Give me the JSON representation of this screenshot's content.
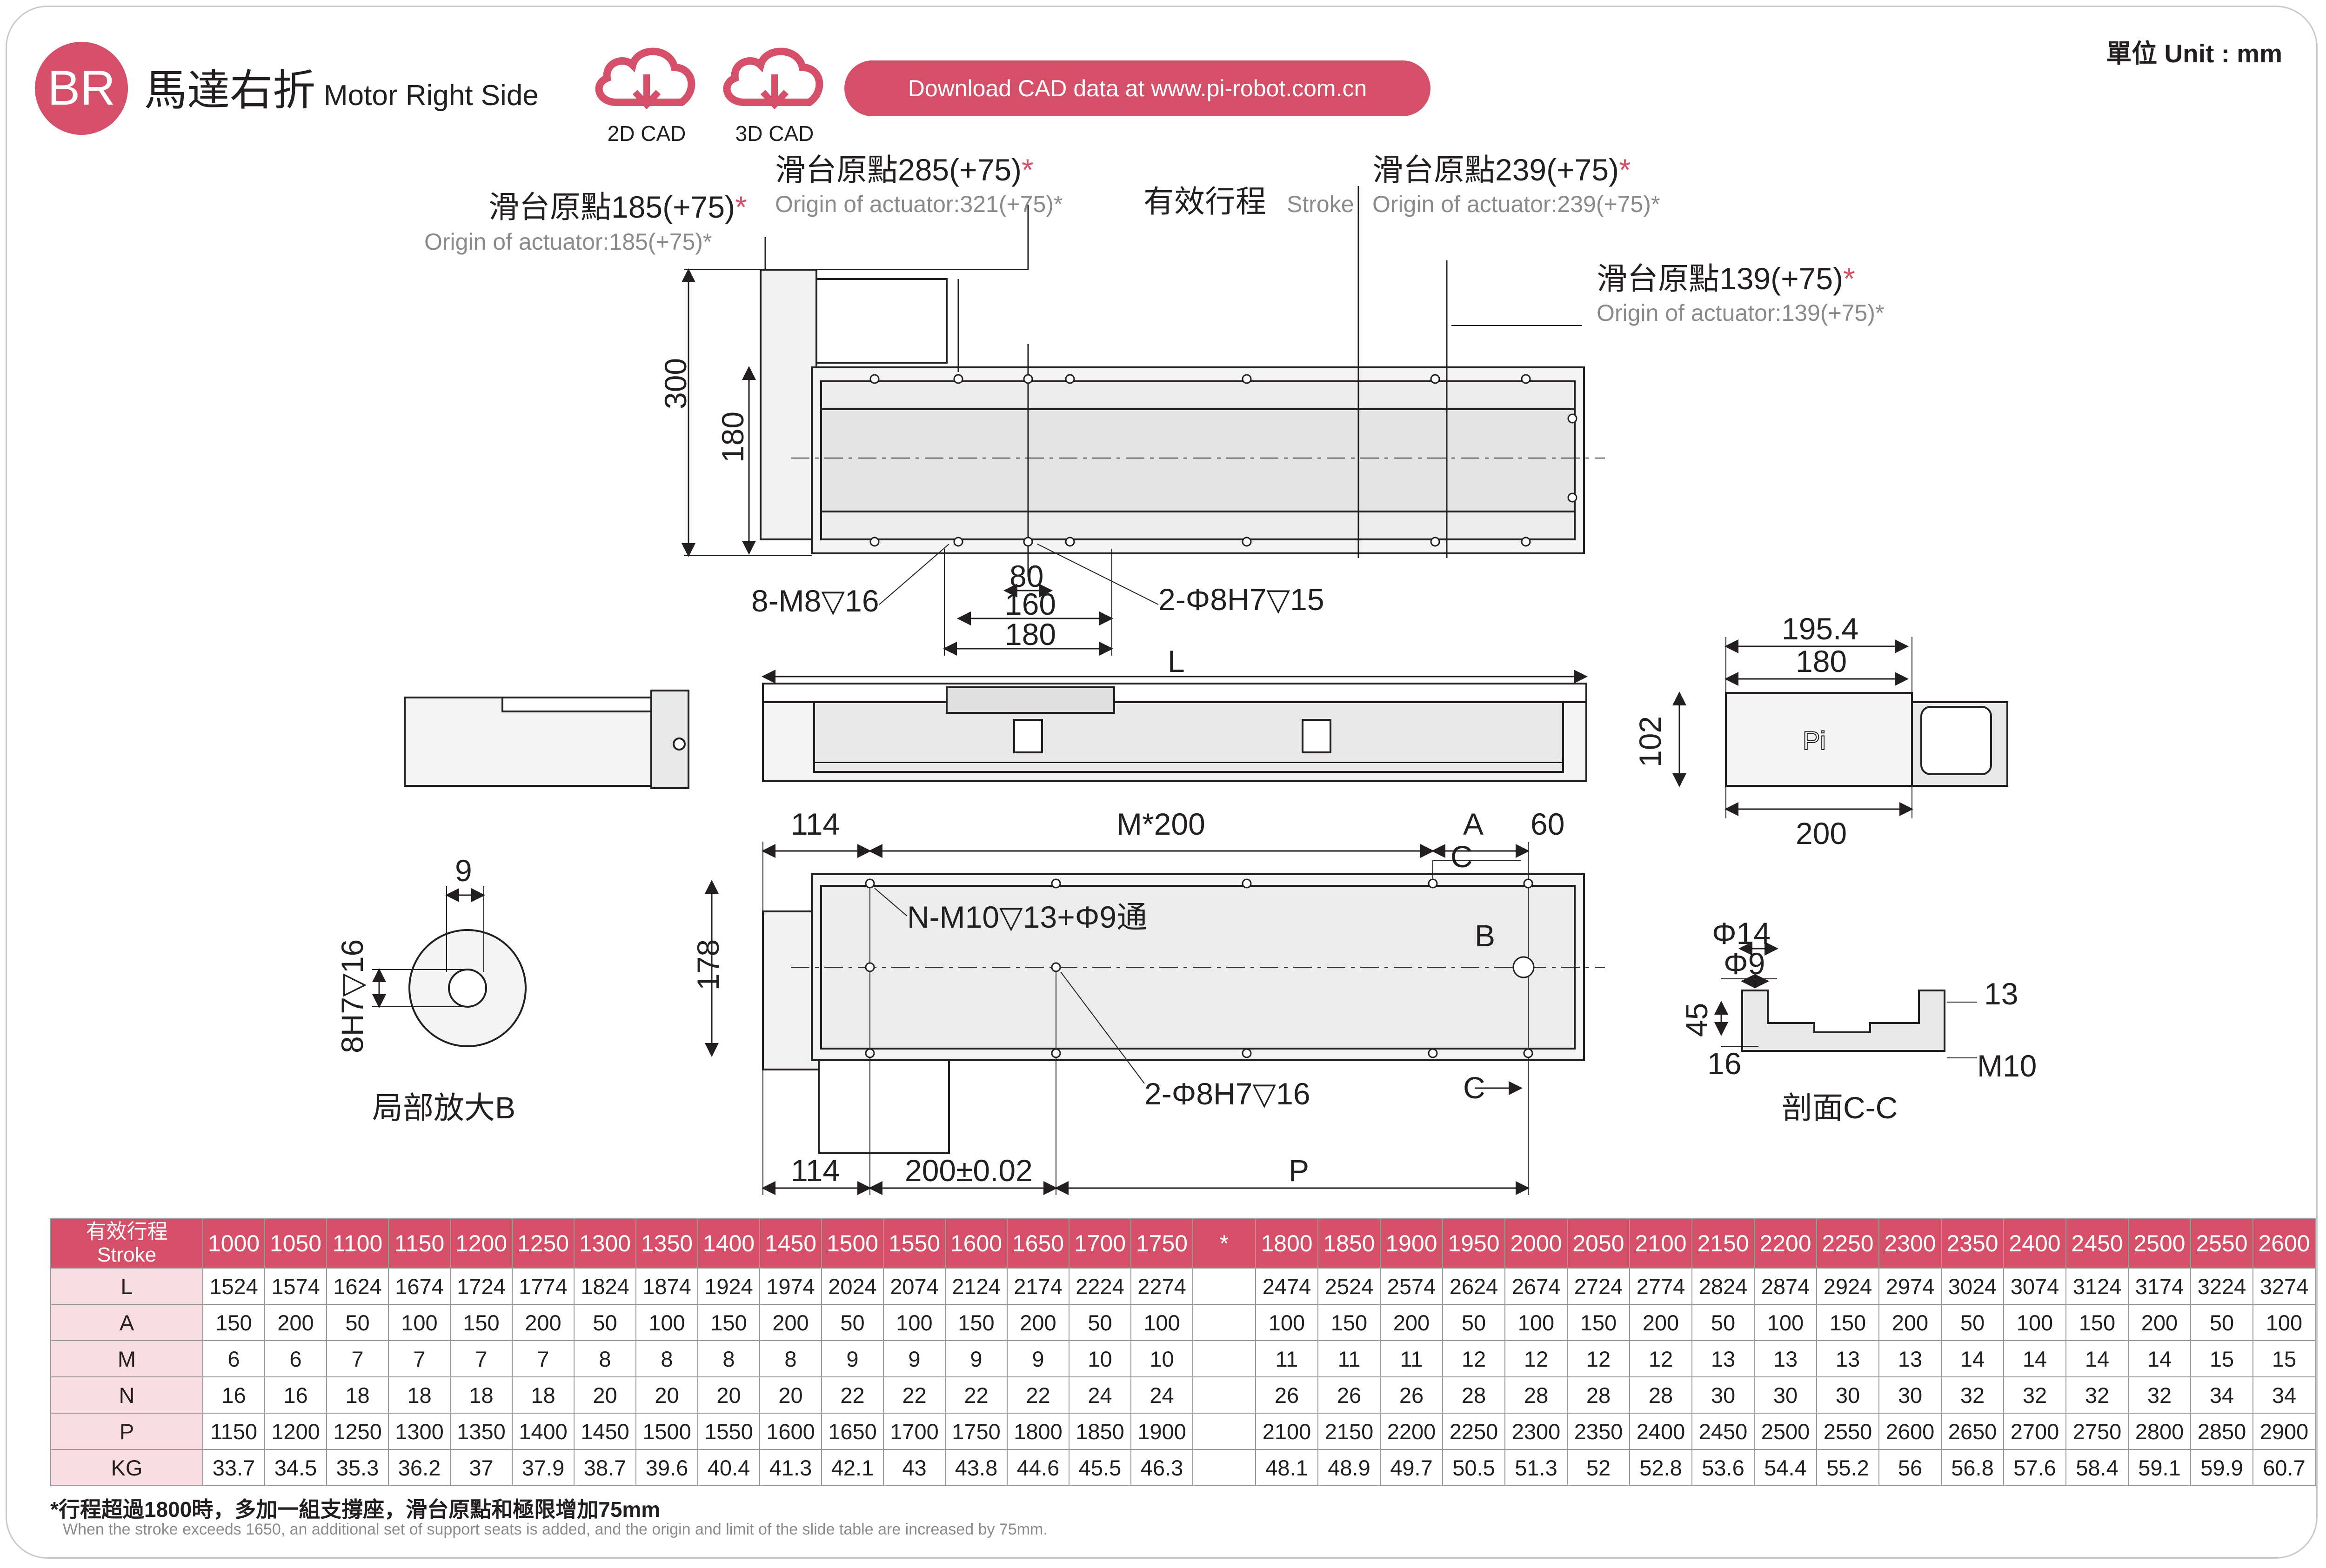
{
  "header": {
    "badge": "BR",
    "title_zh": "馬達右折",
    "title_en": "Motor Right Side",
    "cad_2d": "2D CAD",
    "cad_3d": "3D CAD",
    "download": "Download CAD data at www.pi-robot.com.cn",
    "unit": "單位 Unit : mm"
  },
  "colors": {
    "accent": "#d64f68",
    "header_row_bg": "#f9dde3",
    "line": "#231f20",
    "muted": "#8a8a8a"
  },
  "icons": [
    "cloud-download-icon"
  ],
  "annotations": {
    "origin_185_zh": "滑台原點185(+75)",
    "origin_185_en": "Origin of actuator:185(+75)*",
    "origin_285_zh": "滑台原點285(+75)",
    "origin_321_en": "Origin of actuator:321(+75)*",
    "stroke_zh": "有效行程",
    "stroke_en": "Stroke",
    "origin_239_zh": "滑台原點239(+75)",
    "origin_239_en": "Origin of actuator:239(+75)*",
    "origin_139_zh": "滑台原點139(+75)",
    "origin_139_en": "Origin of actuator:139(+75)*",
    "star": "*"
  },
  "dimensions": {
    "d300": "300",
    "d180": "180",
    "d80": "80",
    "d160": "160",
    "d180b": "180",
    "m8": "8-M8▽16",
    "phi8_15": "2-Φ8H7▽15",
    "L": "L",
    "d195": "195.4",
    "d180c": "180",
    "d102": "102",
    "d200": "200",
    "d114a": "114",
    "m200": "M*200",
    "A": "A",
    "d60": "60",
    "C1": "C",
    "C2": "C",
    "n_m10": "N-M10▽13+Φ9通",
    "B": "B",
    "d178": "178",
    "phi8_16": "2-Φ8H7▽16",
    "d114b": "114",
    "d200tol": "200±0.02",
    "P": "P",
    "d9": "9",
    "h7_16": "8H7▽16",
    "detail_b": "局部放大B",
    "phi14": "Φ14",
    "phi9": "Φ9",
    "d13": "13",
    "d45": "45",
    "d16": "16",
    "m10": "M10",
    "section_cc": "剖面C-C",
    "logo_pi": "Pi"
  },
  "table": {
    "head_zh": "有效行程",
    "head_en": "Stroke",
    "strokes_a": [
      "1000",
      "1050",
      "1100",
      "1150",
      "1200",
      "1250",
      "1300",
      "1350",
      "1400",
      "1450",
      "1500",
      "1550",
      "1600",
      "1650",
      "1700",
      "1750"
    ],
    "separator": "*",
    "strokes_b": [
      "1800",
      "1850",
      "1900",
      "1950",
      "2000",
      "2050",
      "2100",
      "2150",
      "2200",
      "2250",
      "2300",
      "2350",
      "2400",
      "2450",
      "2500",
      "2550",
      "2600"
    ],
    "rows": [
      {
        "label": "L",
        "a": [
          "1524",
          "1574",
          "1624",
          "1674",
          "1724",
          "1774",
          "1824",
          "1874",
          "1924",
          "1974",
          "2024",
          "2074",
          "2124",
          "2174",
          "2224",
          "2274"
        ],
        "b": [
          "2474",
          "2524",
          "2574",
          "2624",
          "2674",
          "2724",
          "2774",
          "2824",
          "2874",
          "2924",
          "2974",
          "3024",
          "3074",
          "3124",
          "3174",
          "3224",
          "3274"
        ]
      },
      {
        "label": "A",
        "a": [
          "150",
          "200",
          "50",
          "100",
          "150",
          "200",
          "50",
          "100",
          "150",
          "200",
          "50",
          "100",
          "150",
          "200",
          "50",
          "100"
        ],
        "b": [
          "100",
          "150",
          "200",
          "50",
          "100",
          "150",
          "200",
          "50",
          "100",
          "150",
          "200",
          "50",
          "100",
          "150",
          "200",
          "50",
          "100"
        ]
      },
      {
        "label": "M",
        "a": [
          "6",
          "6",
          "7",
          "7",
          "7",
          "7",
          "8",
          "8",
          "8",
          "8",
          "9",
          "9",
          "9",
          "9",
          "10",
          "10"
        ],
        "b": [
          "11",
          "11",
          "11",
          "12",
          "12",
          "12",
          "12",
          "13",
          "13",
          "13",
          "13",
          "14",
          "14",
          "14",
          "14",
          "15",
          "15"
        ]
      },
      {
        "label": "N",
        "a": [
          "16",
          "16",
          "18",
          "18",
          "18",
          "18",
          "20",
          "20",
          "20",
          "20",
          "22",
          "22",
          "22",
          "22",
          "24",
          "24"
        ],
        "b": [
          "26",
          "26",
          "26",
          "28",
          "28",
          "28",
          "28",
          "30",
          "30",
          "30",
          "30",
          "32",
          "32",
          "32",
          "32",
          "34",
          "34"
        ]
      },
      {
        "label": "P",
        "a": [
          "1150",
          "1200",
          "1250",
          "1300",
          "1350",
          "1400",
          "1450",
          "1500",
          "1550",
          "1600",
          "1650",
          "1700",
          "1750",
          "1800",
          "1850",
          "1900"
        ],
        "b": [
          "2100",
          "2150",
          "2200",
          "2250",
          "2300",
          "2350",
          "2400",
          "2450",
          "2500",
          "2550",
          "2600",
          "2650",
          "2700",
          "2750",
          "2800",
          "2850",
          "2900"
        ]
      },
      {
        "label": "KG",
        "a": [
          "33.7",
          "34.5",
          "35.3",
          "36.2",
          "37",
          "37.9",
          "38.7",
          "39.6",
          "40.4",
          "41.3",
          "42.1",
          "43",
          "43.8",
          "44.6",
          "45.5",
          "46.3"
        ],
        "b": [
          "48.1",
          "48.9",
          "49.7",
          "50.5",
          "51.3",
          "52",
          "52.8",
          "53.6",
          "54.4",
          "55.2",
          "56",
          "56.8",
          "57.6",
          "58.4",
          "59.1",
          "59.9",
          "60.7"
        ]
      }
    ]
  },
  "footnote_zh": "*行程超過1800時，多加一組支撐座，滑台原點和極限增加75mm",
  "footnote_en": "When the stroke exceeds 1650, an additional set of support seats is added, and the origin and limit of the slide table are increased by 75mm."
}
